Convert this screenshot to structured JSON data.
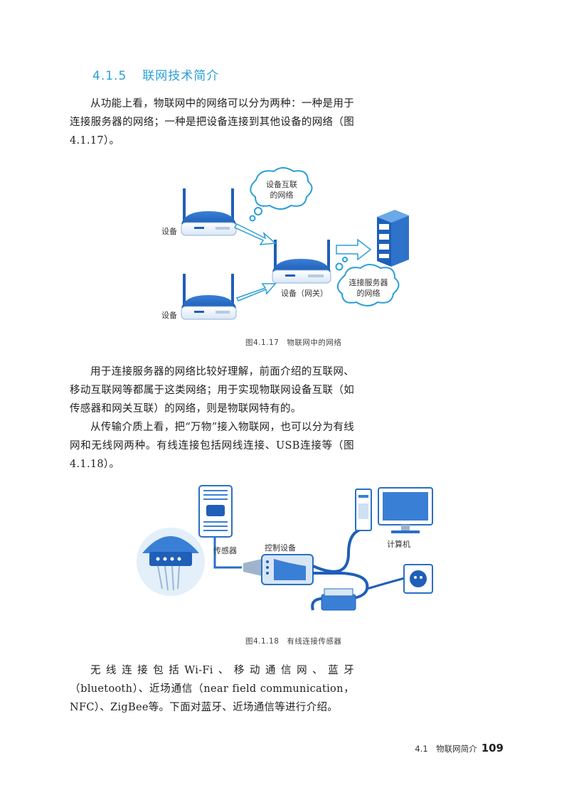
{
  "section": {
    "number": "4.1.5",
    "title": "联网技术简介"
  },
  "para1": "从功能上看，物联网中的网络可以分为两种：一种是用于连接服务器的网络；一种是把设备连接到其他设备的网络（图4.1.17）。",
  "figure1": {
    "device_label_1": "设备",
    "device_label_2": "设备",
    "gateway_label": "设备（网关）",
    "cloud1_line1": "设备互联",
    "cloud1_line2": "的网络",
    "cloud2_line1": "连接服务器",
    "cloud2_line2": "的网络",
    "caption": "图4.1.17　物联网中的网络"
  },
  "para2": "用于连接服务器的网络比较好理解，前面介绍的互联网、移动互联网等都属于这类网络；用于实现物联网设备互联（如传感器和网关互联）的网络，则是物联网特有的。",
  "para3": "从传输介质上看，把“万物”接入物联网，也可以分为有线网和无线网两种。有线连接包括网线连接、USB连接等（图4.1.18）。",
  "figure2": {
    "sensor_label": "传感器",
    "controller_label": "控制设备",
    "computer_label": "计算机",
    "caption": "图4.1.18　有线连接传感器"
  },
  "para4": "无线连接包括Wi-Fi、移动通信网、蓝牙（bluetooth）、近场通信（near field communication，NFC）、ZigBee等。下面对蓝牙、近场通信等进行介绍。",
  "footer": {
    "section": "4.1　物联网简介",
    "page": "109"
  },
  "colors": {
    "accent": "#2a9fd8",
    "device_blue": "#1f5fb8"
  }
}
